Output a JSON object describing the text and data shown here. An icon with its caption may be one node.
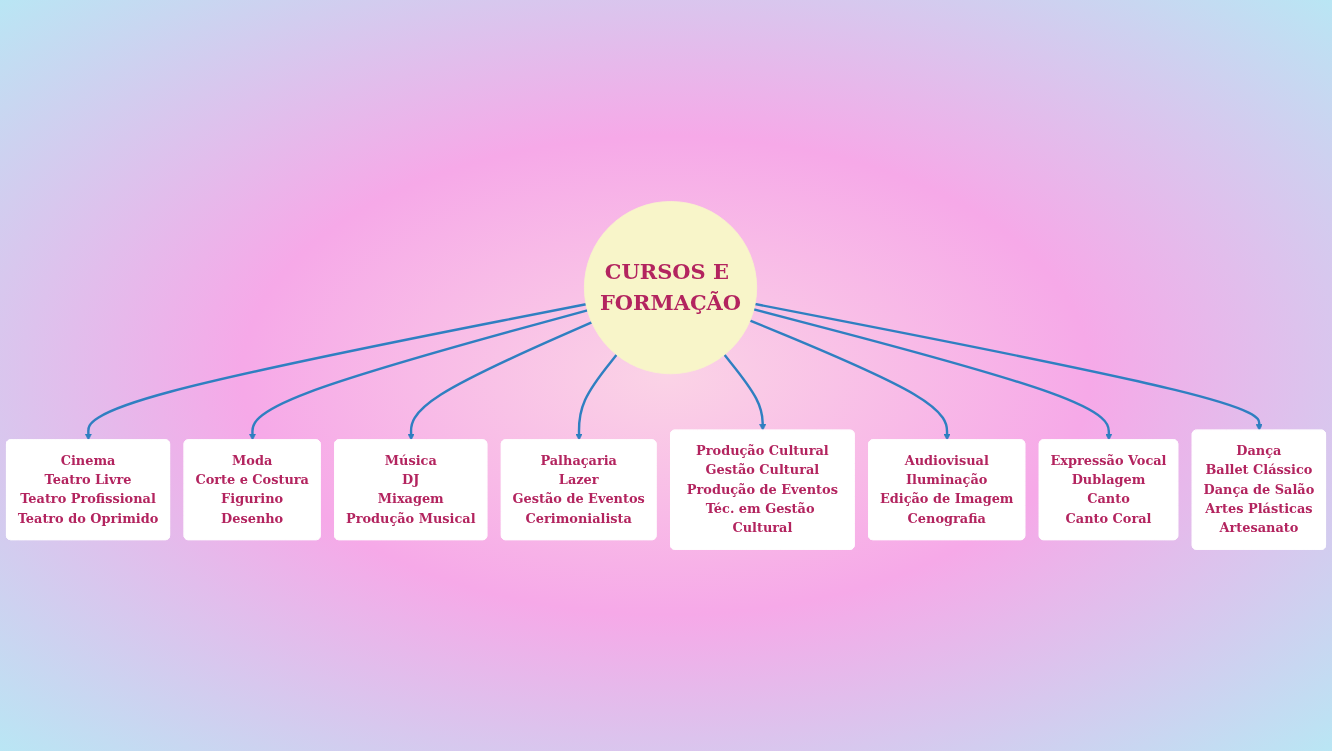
{
  "diagram": {
    "nodes": [
      {
        "text": [
          "Cinema",
          "Teatro Livre",
          "Teatro Profissional",
          "Teatro do Oprimido"
        ]
      },
      {
        "text": [
          "Moda",
          "Corte e Costura",
          "Figurino",
          "Desenho"
        ]
      },
      {
        "text": [
          "Música",
          "DJ",
          "Mixagem",
          "Produção Musical"
        ]
      },
      {
        "text": [
          "Palhaçaria",
          "Lazer",
          "Gestão de Eventos",
          "Cerimonialista"
        ]
      },
      {
        "text": [
          "CURSOS E FORMAÇÃO"
        ]
      },
      {
        "text": [
          "Produção Cultural",
          "Gestão Cultural",
          "Produção de Eventos",
          "Téc. em Gestão Cultural"
        ]
      },
      {
        "text": [
          "Audiovisual",
          "Iluminação",
          "Edição de Imagem",
          "Cenografia"
        ]
      },
      {
        "text": [
          "Expressão Vocal",
          "Dublagem",
          "Canto",
          "Canto Coral"
        ]
      },
      {
        "text": [
          "Dança",
          "Ballet Clássico",
          "Dança de Salão",
          "Artes Plásticas",
          "Artesanato"
        ]
      }
    ],
    "edges": [
      {
        "from": 4,
        "to": 0,
        "arrow": "to"
      },
      {
        "from": 4,
        "to": 1,
        "arrow": "to"
      },
      {
        "from": 4,
        "to": 2,
        "arrow": "to"
      },
      {
        "from": 4,
        "to": 3,
        "arrow": "to"
      },
      {
        "from": 4,
        "to": 5,
        "arrow": "to"
      },
      {
        "from": 4,
        "to": 6,
        "arrow": "to"
      },
      {
        "from": 4,
        "to": 7,
        "arrow": "to"
      },
      {
        "from": 4,
        "to": 8,
        "arrow": "to"
      }
    ]
  }
}
